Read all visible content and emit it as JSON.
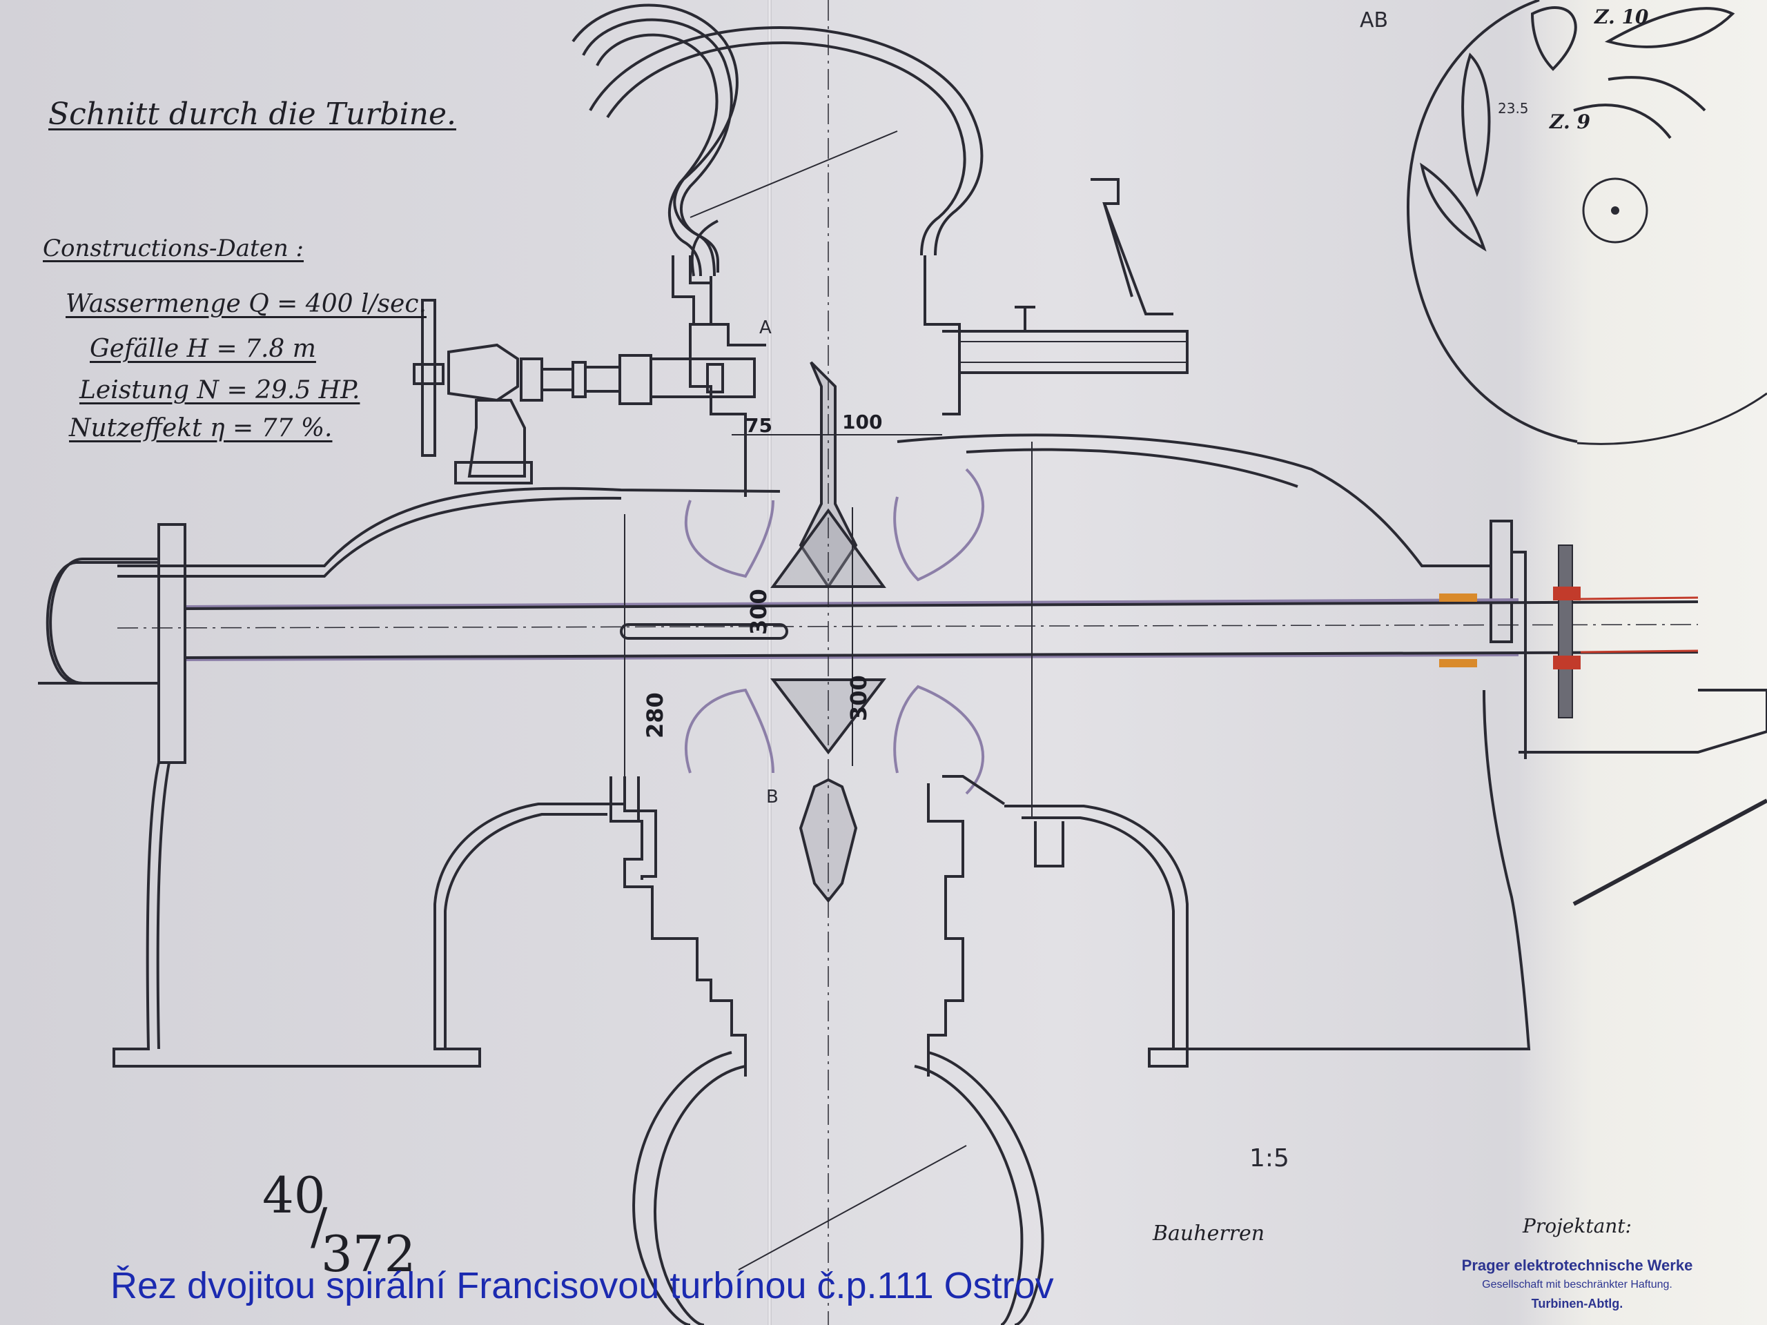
{
  "title": "Schnitt durch die Turbine.",
  "construction_data": {
    "heading": "Constructions-Daten :",
    "lines": [
      "Wassermenge Q = 400 l/sec.",
      "Gefälle H = 7.8 m",
      "Leistung N = 29.5 HP.",
      "Nutzeffekt η = 77 %."
    ]
  },
  "dimensions": {
    "d75": "75",
    "d100": "100",
    "d300a": "300",
    "d300b": "300",
    "d280": "280"
  },
  "section_marks": {
    "a": "A",
    "b": "B",
    "ab": "AB"
  },
  "detail_labels": {
    "z10": "Z. 10",
    "z9": "Z. 9",
    "d23": "23.5"
  },
  "scale": "1:5",
  "drawing_number": {
    "top": "40",
    "bottom": "372"
  },
  "bauherren": "Bauherren",
  "stamp": {
    "label": "Projektant:",
    "company": "Prager elektrotechnische Werke",
    "line2": "Gesellschaft mit beschränkter Haftung.",
    "line3": "Turbinen-Abtlg."
  },
  "caption": "Řez dvojitou spirální Francisovou turbínou č.p.111 Ostrov",
  "colors": {
    "paper": "#dcdbe0",
    "ink": "#2a2a33",
    "violet_tint": "#8c7fa8",
    "caption_blue": "#1b2ab0",
    "stamp_blue": "#2c3490",
    "orange_packing": "#d98a2b",
    "red_packing": "#c23b2b"
  }
}
